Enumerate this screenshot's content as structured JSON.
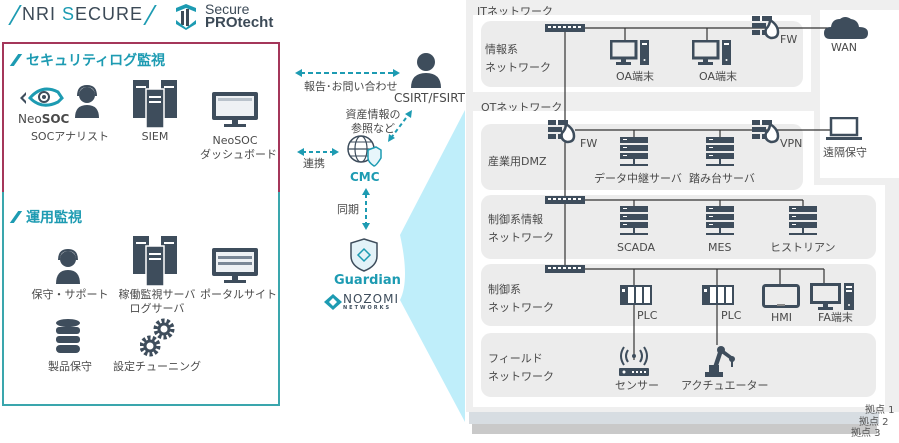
{
  "header": {
    "brand_nri_prefix": "NRI ",
    "brand_nri_s": "S",
    "brand_nri_suffix": "ECURE",
    "brand_product_line1": "Secure",
    "brand_product_line2": "PROtecht"
  },
  "security_log_panel": {
    "title": "セキュリティログ監視",
    "neosoc_logo_prefix": "Neo",
    "neosoc_logo_suffix": "SOC",
    "items": [
      {
        "label": "SOCアナリスト",
        "icon": "headset-operator-icon"
      },
      {
        "label": "SIEM",
        "icon": "server-tower-icon"
      },
      {
        "label": "NeoSOC",
        "label2": "ダッシュボード",
        "icon": "dashboard-monitor-icon"
      }
    ]
  },
  "operations_panel": {
    "title": "運用監視",
    "items": [
      {
        "label": "保守・サポート",
        "icon": "headset-operator-icon"
      },
      {
        "label": "稼働監視サーバ",
        "label2": "ログサーバ",
        "icon": "server-tower-icon"
      },
      {
        "label": "ポータルサイト",
        "icon": "dashboard-monitor-icon"
      },
      {
        "label": "製品保守",
        "icon": "database-icon"
      },
      {
        "label": "設定チューニング",
        "icon": "gears-icon"
      }
    ]
  },
  "middle": {
    "report_label": "報告･お問い合わせ",
    "csirt_label": "CSIRT/FSIRT",
    "asset_label_1": "資産情報の",
    "asset_label_2": "参照など",
    "link_label": "連携",
    "cmc_label": "CMC",
    "sync_label": "同期",
    "guardian_label": "Guardian",
    "nozomi_line1": "NOZOMI",
    "nozomi_line2": "NETWORKS"
  },
  "network": {
    "it_title": "ITネットワーク",
    "ot_title": "OTネットワーク",
    "info_seg": {
      "label1": "情報系",
      "label2": "ネットワーク",
      "devices": [
        "OA端末",
        "OA端末"
      ]
    },
    "fw_label": "FW",
    "wan_label": "WAN",
    "dmz_seg": {
      "label1": "産業用DMZ",
      "devices": [
        "データ中継サーバ",
        "踏み台サーバ"
      ]
    },
    "vpn_label": "VPN",
    "remote_label": "遠隔保守",
    "ctrl_info_seg": {
      "label1": "制御系情報",
      "label2": "ネットワーク",
      "devices": [
        "SCADA",
        "MES",
        "ヒストリアン"
      ]
    },
    "ctrl_seg": {
      "label1": "制御系",
      "label2": "ネットワーク",
      "devices": [
        "PLC",
        "PLC",
        "HMI",
        "FA端末"
      ]
    },
    "field_seg": {
      "label1": "フィールド",
      "label2": "ネットワーク",
      "devices": [
        "センサー",
        "アクチュエーター"
      ]
    },
    "sites": [
      "拠点 1",
      "拠点 2",
      "拠点 3"
    ]
  },
  "colors": {
    "accent_teal": "#1d9bb2",
    "security_border": "#a4365a",
    "ops_border": "#3aa6ad",
    "icon_dark": "#3e4d5c",
    "funnel": "#bfeefa"
  }
}
